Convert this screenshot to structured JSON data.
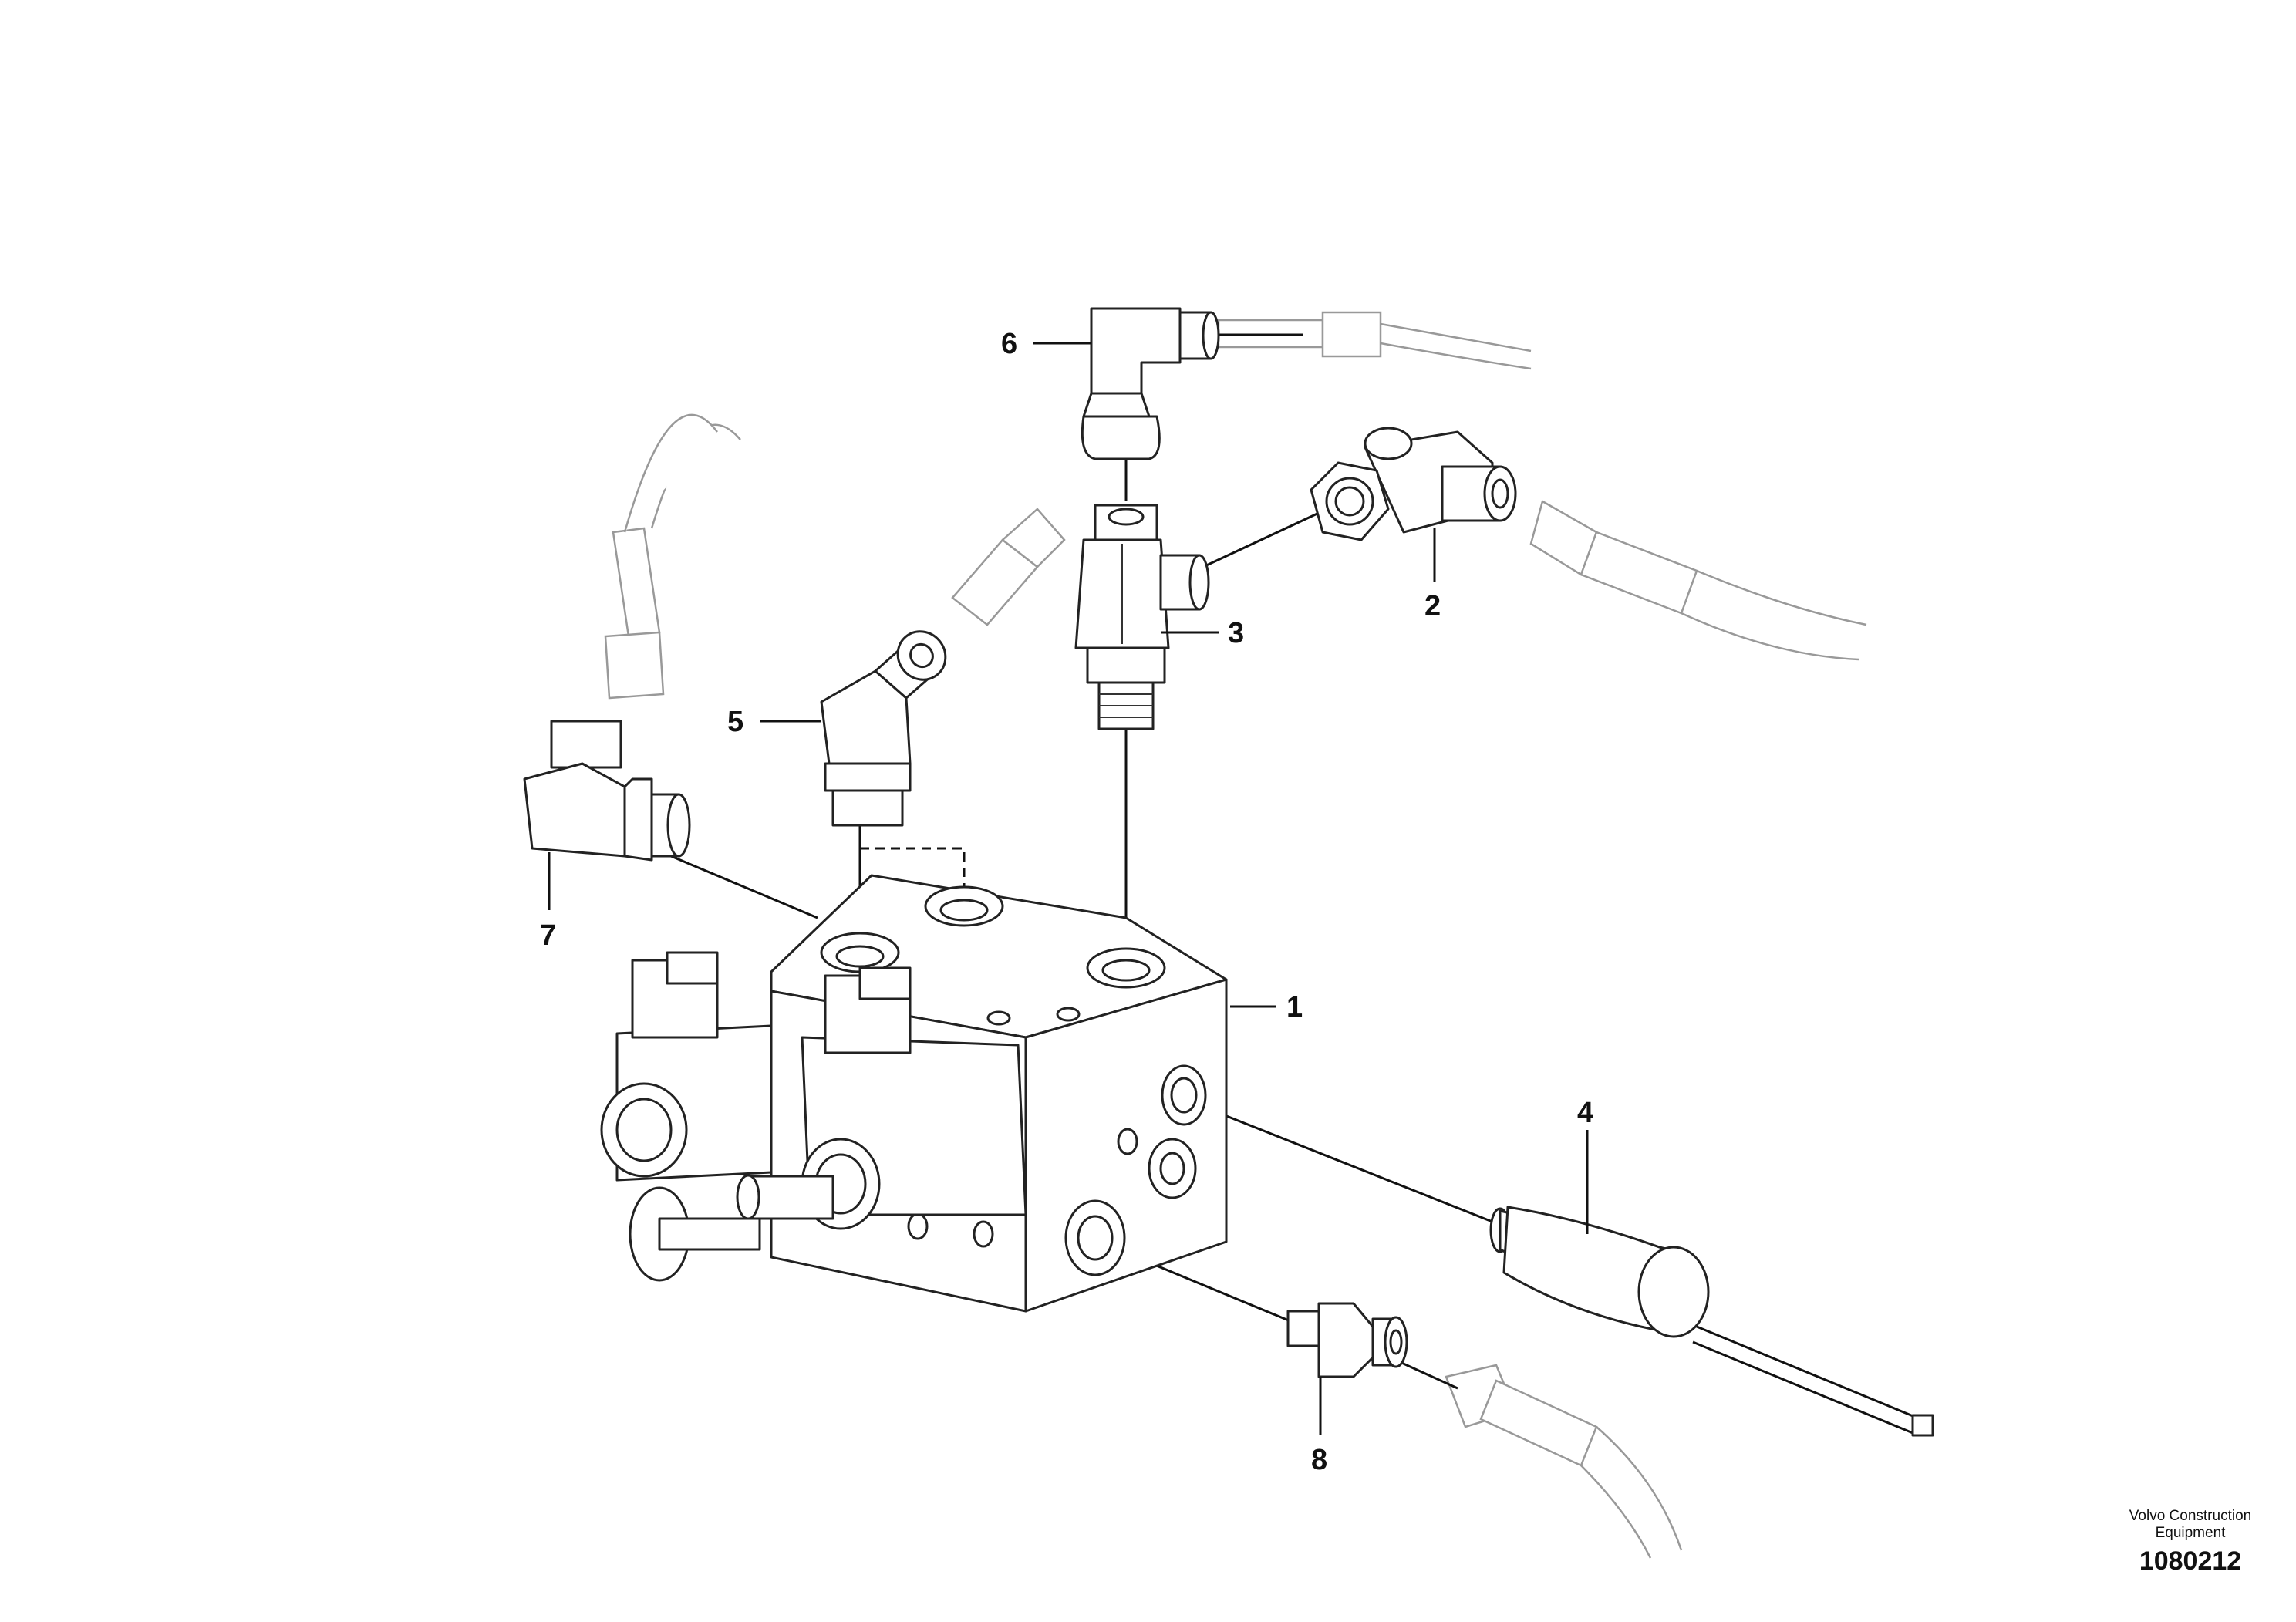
{
  "callouts": [
    {
      "id": "1",
      "label": "1"
    },
    {
      "id": "2",
      "label": "2"
    },
    {
      "id": "3",
      "label": "3"
    },
    {
      "id": "4",
      "label": "4"
    },
    {
      "id": "5",
      "label": "5"
    },
    {
      "id": "6",
      "label": "6"
    },
    {
      "id": "7",
      "label": "7"
    },
    {
      "id": "8",
      "label": "8"
    }
  ],
  "caption": {
    "brand_line1": "Volvo Construction",
    "brand_line2": "Equipment",
    "figure_number": "1080212"
  }
}
